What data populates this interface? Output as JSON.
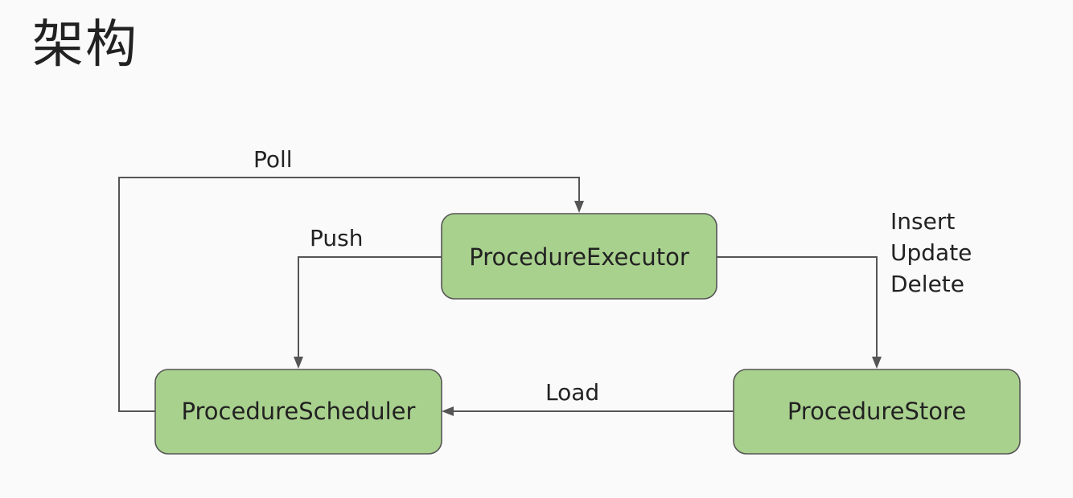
{
  "title": "架构",
  "nodes": {
    "executor": "ProcedureExecutor",
    "scheduler": "ProcedureScheduler",
    "store": "ProcedureStore"
  },
  "edges": {
    "poll": "Poll",
    "push": "Push",
    "load": "Load",
    "store_ops": [
      "Insert",
      "Update",
      "Delete"
    ]
  },
  "colors": {
    "node_fill": "#a9d18e",
    "line": "#555555",
    "background": "#fafafa"
  }
}
